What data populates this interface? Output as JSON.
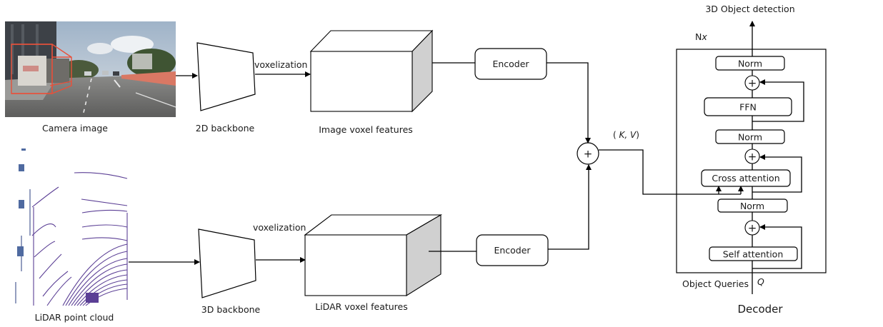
{
  "diagram": {
    "camera_branch": {
      "input_label": "Camera image",
      "backbone_label": "2D backbone",
      "step_label": "voxelization",
      "features_label": "Image voxel features",
      "encoder_label": "Encoder"
    },
    "lidar_branch": {
      "input_label": "LiDAR point cloud",
      "backbone_label": "3D backbone",
      "step_label": "voxelization",
      "features_label": "LiDAR voxel  features",
      "encoder_label": "Encoder"
    },
    "fusion": {
      "operator_symbol": "+",
      "output_label_open": "( ",
      "output_label_kv": "K, V",
      "output_label_close": ")"
    },
    "decoder": {
      "title": "Decoder",
      "output_label": "3D Object detection",
      "repeat_label_n": "N",
      "repeat_label_x": "x",
      "query_label": "Object Queries",
      "query_symbol": "Q",
      "blocks": [
        {
          "label": "Norm"
        },
        {
          "label": "FFN"
        },
        {
          "label": "Norm"
        },
        {
          "label": "Cross attention"
        },
        {
          "label": "Norm"
        },
        {
          "label": "Self attention"
        }
      ],
      "add_symbol": "+"
    },
    "colors": {
      "bbox_red": "#e8503a",
      "cube_side": "#d0d0d0",
      "lidar_purple": "#5b3f95"
    }
  }
}
